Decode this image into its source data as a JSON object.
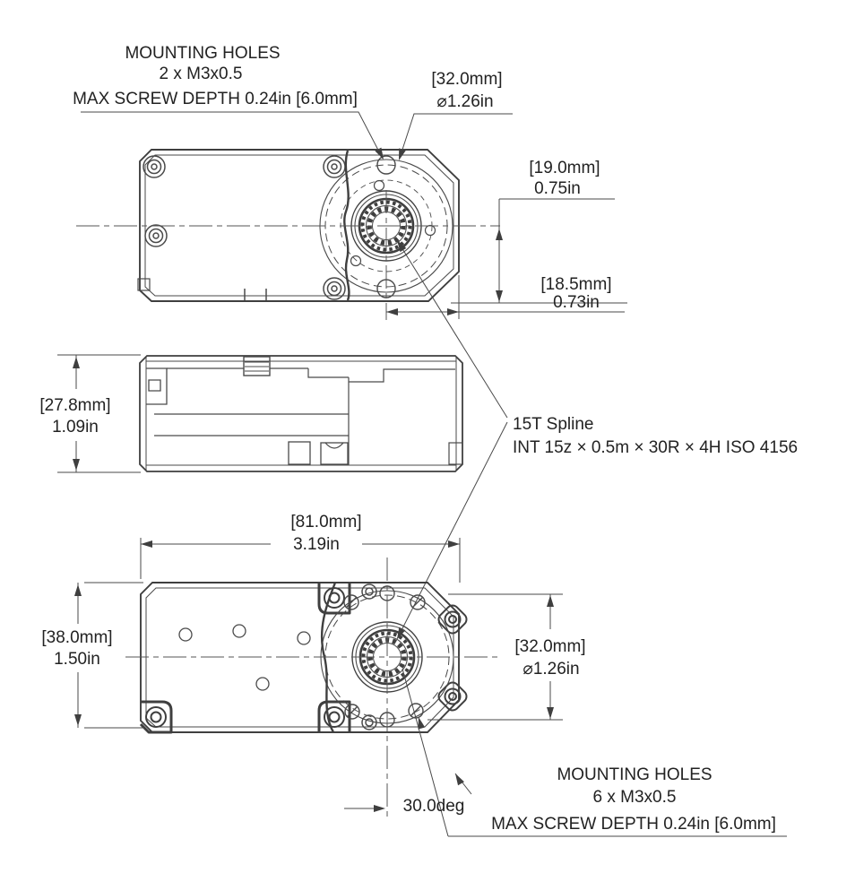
{
  "colors": {
    "line": "#3f3f3f",
    "text": "#222222",
    "background": "#ffffff"
  },
  "notes": {
    "top_mounting_holes": {
      "line1": "MOUNTING HOLES",
      "line2": "2 x M3x0.5",
      "line3": "MAX SCREW DEPTH 0.24in [6.0mm]"
    },
    "bottom_mounting_holes": {
      "line1": "MOUNTING HOLES",
      "line2": "6 x M3x0.5",
      "line3": "MAX SCREW DEPTH 0.24in [6.0mm]"
    },
    "spline": {
      "line1": "15T Spline",
      "line2": "INT 15z × 0.5m × 30R × 4H ISO 4156"
    }
  },
  "dimensions": {
    "bolt_circle_top": {
      "mm": "[32.0mm]",
      "inch": "⌀1.26in"
    },
    "center_to_bottom_edge": {
      "mm": "[19.0mm]",
      "inch": "0.75in"
    },
    "center_to_right_edge": {
      "mm": "[18.5mm]",
      "inch": "0.73in"
    },
    "body_height_side": {
      "mm": "[27.8mm]",
      "inch": "1.09in"
    },
    "body_width": {
      "mm": "[81.0mm]",
      "inch": "3.19in"
    },
    "body_height_bottom": {
      "mm": "[38.0mm]",
      "inch": "1.50in"
    },
    "bolt_circle_bottom": {
      "mm": "[32.0mm]",
      "inch": "⌀1.26in"
    },
    "hole_angle": "30.0deg"
  }
}
